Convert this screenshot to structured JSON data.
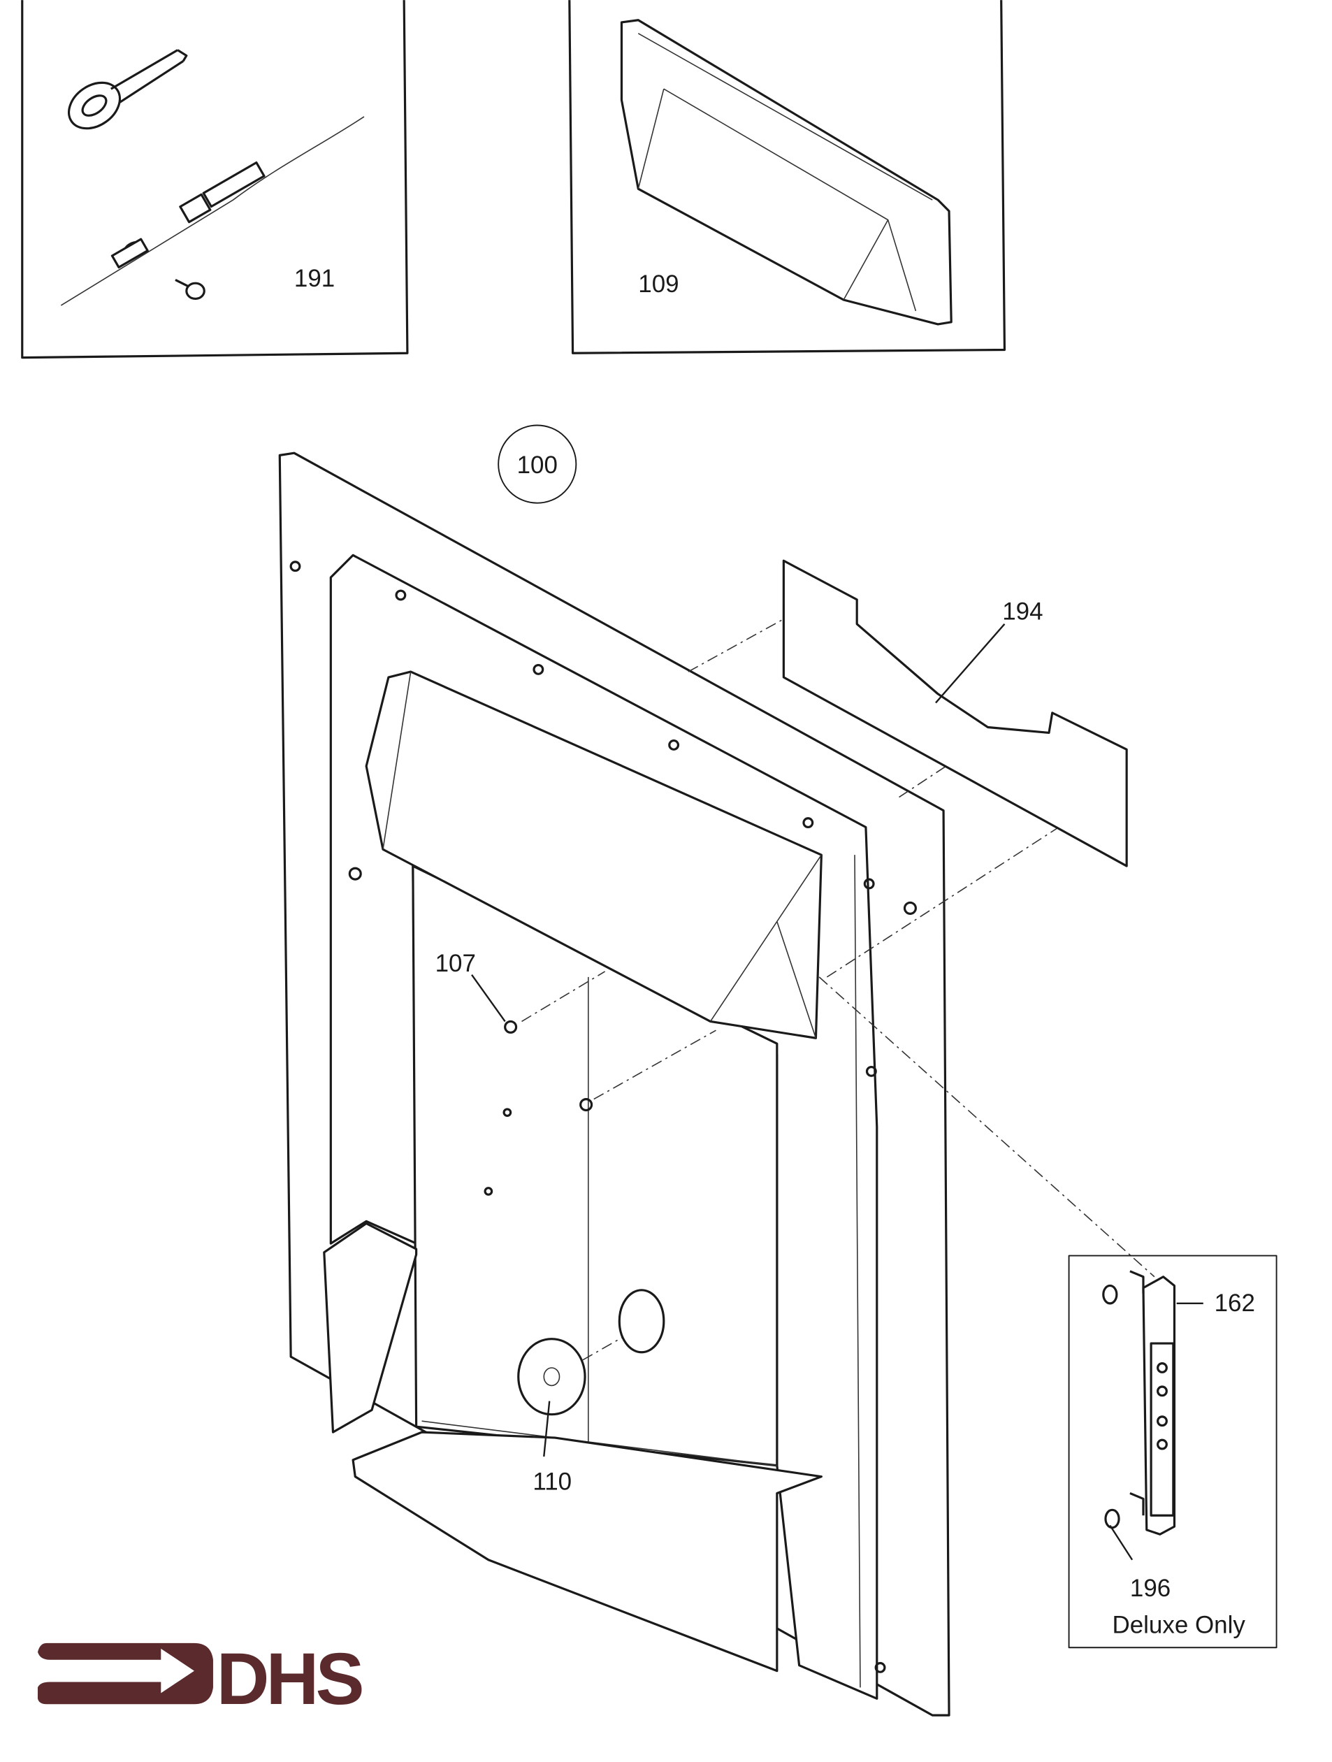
{
  "diagram": {
    "assembly_callout": "100",
    "callouts": {
      "eye_bolt_kit": "191",
      "hood": "109",
      "bracket": "194",
      "screw": "107",
      "grommet": "110",
      "control_panel": "162",
      "control_screw": "196"
    },
    "inset_note": "Deluxe Only",
    "logo_text": "DHS",
    "logo_color": "#5a2a2c"
  }
}
